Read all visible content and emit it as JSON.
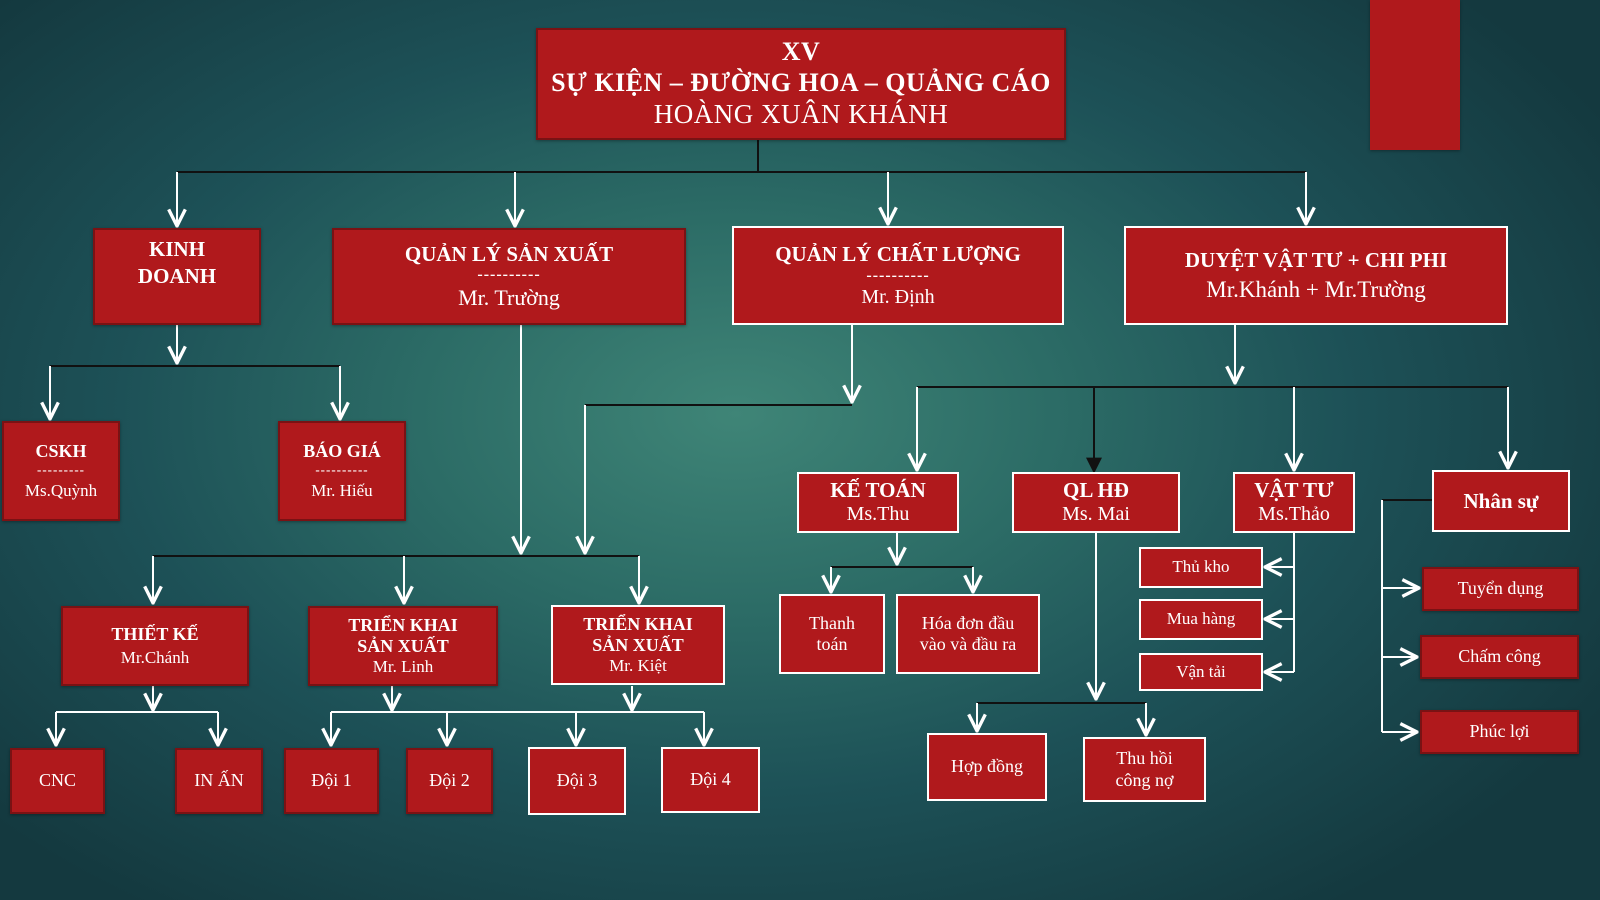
{
  "header": {
    "line1": "XV",
    "line2": "SỰ KIỆN – ĐƯỜNG HOA – QUẢNG CÁO",
    "line3": "HOÀNG XUÂN KHÁNH"
  },
  "departments": {
    "kinh_doanh": {
      "title": "KINH\nDOANH"
    },
    "quan_ly_san_xuat": {
      "title": "QUẢN LÝ SẢN XUẤT",
      "separator": "----------",
      "person": "Mr. Trường"
    },
    "quan_ly_chat_luong": {
      "title": "QUẢN LÝ CHẤT LƯỢNG",
      "separator": "----------",
      "person": "Mr. Định"
    },
    "duyet_vat_tu": {
      "title": "DUYỆT VẬT TƯ + CHI PHI",
      "person": "Mr.Khánh + Mr.Trường"
    }
  },
  "sales": {
    "cskh": {
      "title": "CSKH",
      "separator": "---------",
      "person": "Ms.Quỳnh"
    },
    "bao_gia": {
      "title": "BÁO GIÁ",
      "separator": "----------",
      "person": "Mr. Hiếu"
    }
  },
  "production": {
    "thiet_ke": {
      "title": "THIẾT KẾ",
      "person": "Mr.Chánh"
    },
    "trien_khai_1": {
      "title": "TRIỂN KHAI\nSẢN XUẤT",
      "person": "Mr. Linh"
    },
    "trien_khai_2": {
      "title": "TRIỂN KHAI\nSẢN XUẤT",
      "person": "Mr. Kiệt"
    },
    "cnc": "CNC",
    "in_an": "IN ẤN",
    "doi_1": "Đội 1",
    "doi_2": "Đội 2",
    "doi_3": "Đội 3",
    "doi_4": "Đội 4"
  },
  "finance": {
    "ke_toan": {
      "title": "KẾ TOÁN",
      "person": "Ms.Thu"
    },
    "thanh_toan": "Thanh\ntoán",
    "hoa_don": "Hóa đơn đầu\nvào và đầu ra",
    "ql_hd": {
      "title": "QL HĐ",
      "person": "Ms. Mai"
    },
    "hop_dong": "Hợp đồng",
    "thu_hoi": "Thu hồi\ncông nợ",
    "vat_tu": {
      "title": "VẬT TƯ",
      "person": "Ms.Thảo"
    },
    "thu_kho": "Thủ kho",
    "mua_hang": "Mua hàng",
    "van_tai": "Vận tải"
  },
  "hr": {
    "nhan_su": "Nhân sự",
    "tuyen_dung": "Tuyển dụng",
    "cham_cong": "Chấm công",
    "phuc_loi": "Phúc lợi"
  },
  "colors": {
    "box_fill": "#b0191c",
    "box_border_light": "#ffffff",
    "box_border_dark": "#7a1214",
    "line_dark": "#111111",
    "line_light": "#ffffff",
    "background_center": "#3f8577",
    "background_edge": "#14393f"
  }
}
